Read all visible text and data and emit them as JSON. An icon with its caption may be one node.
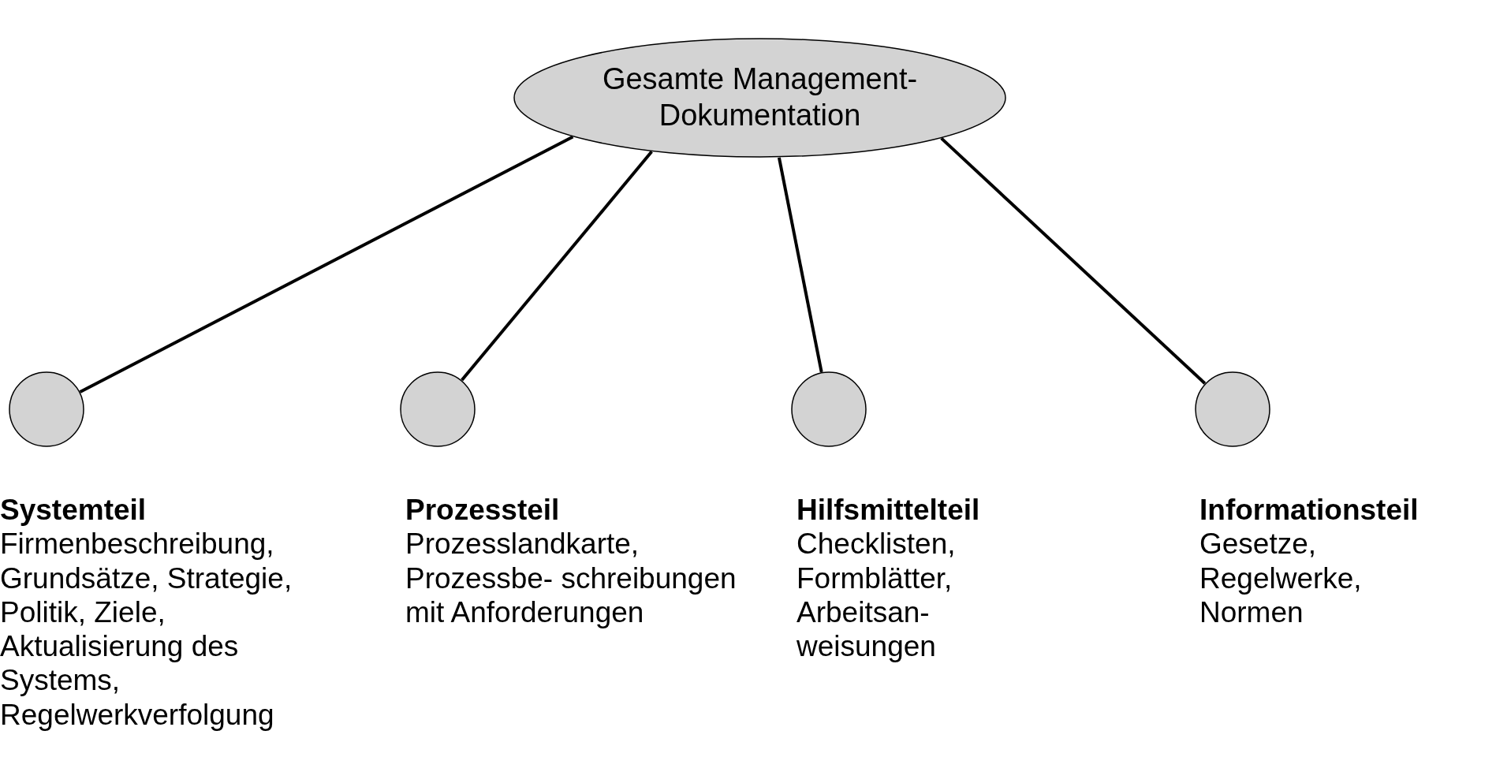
{
  "diagram": {
    "nodes": [
      {
        "text": [
          "Gesamte Management- Dokumentation"
        ]
      },
      {
        "text": [],
        "shape": "circle",
        "beside": [
          "Systemteil",
          "Firmenbeschreibung, Grundsätze, Strategie, Politik, Ziele, Aktualisierung des Systems, Regelwerkverfolgung"
        ]
      },
      {
        "text": [],
        "shape": "circle",
        "beside": [
          "Prozessteil",
          "Prozesslandkarte, Prozessbe- schreibungen mit Anforderungen"
        ]
      },
      {
        "text": [],
        "shape": "circle",
        "beside": [
          "Hilfsmittelteil",
          "Checklisten, Formblätter, Arbeitsan- weisungen"
        ]
      },
      {
        "text": [],
        "shape": "circle",
        "beside": [
          "Informationsteil",
          "Gesetze, Regelwerke, Normen"
        ]
      }
    ],
    "edges": [
      {
        "from": 0,
        "to": 1,
        "arrow": "none"
      },
      {
        "from": 0,
        "to": 2,
        "arrow": "none"
      },
      {
        "from": 0,
        "to": 3,
        "arrow": "none"
      },
      {
        "from": 0,
        "to": 4,
        "arrow": "none"
      }
    ]
  }
}
